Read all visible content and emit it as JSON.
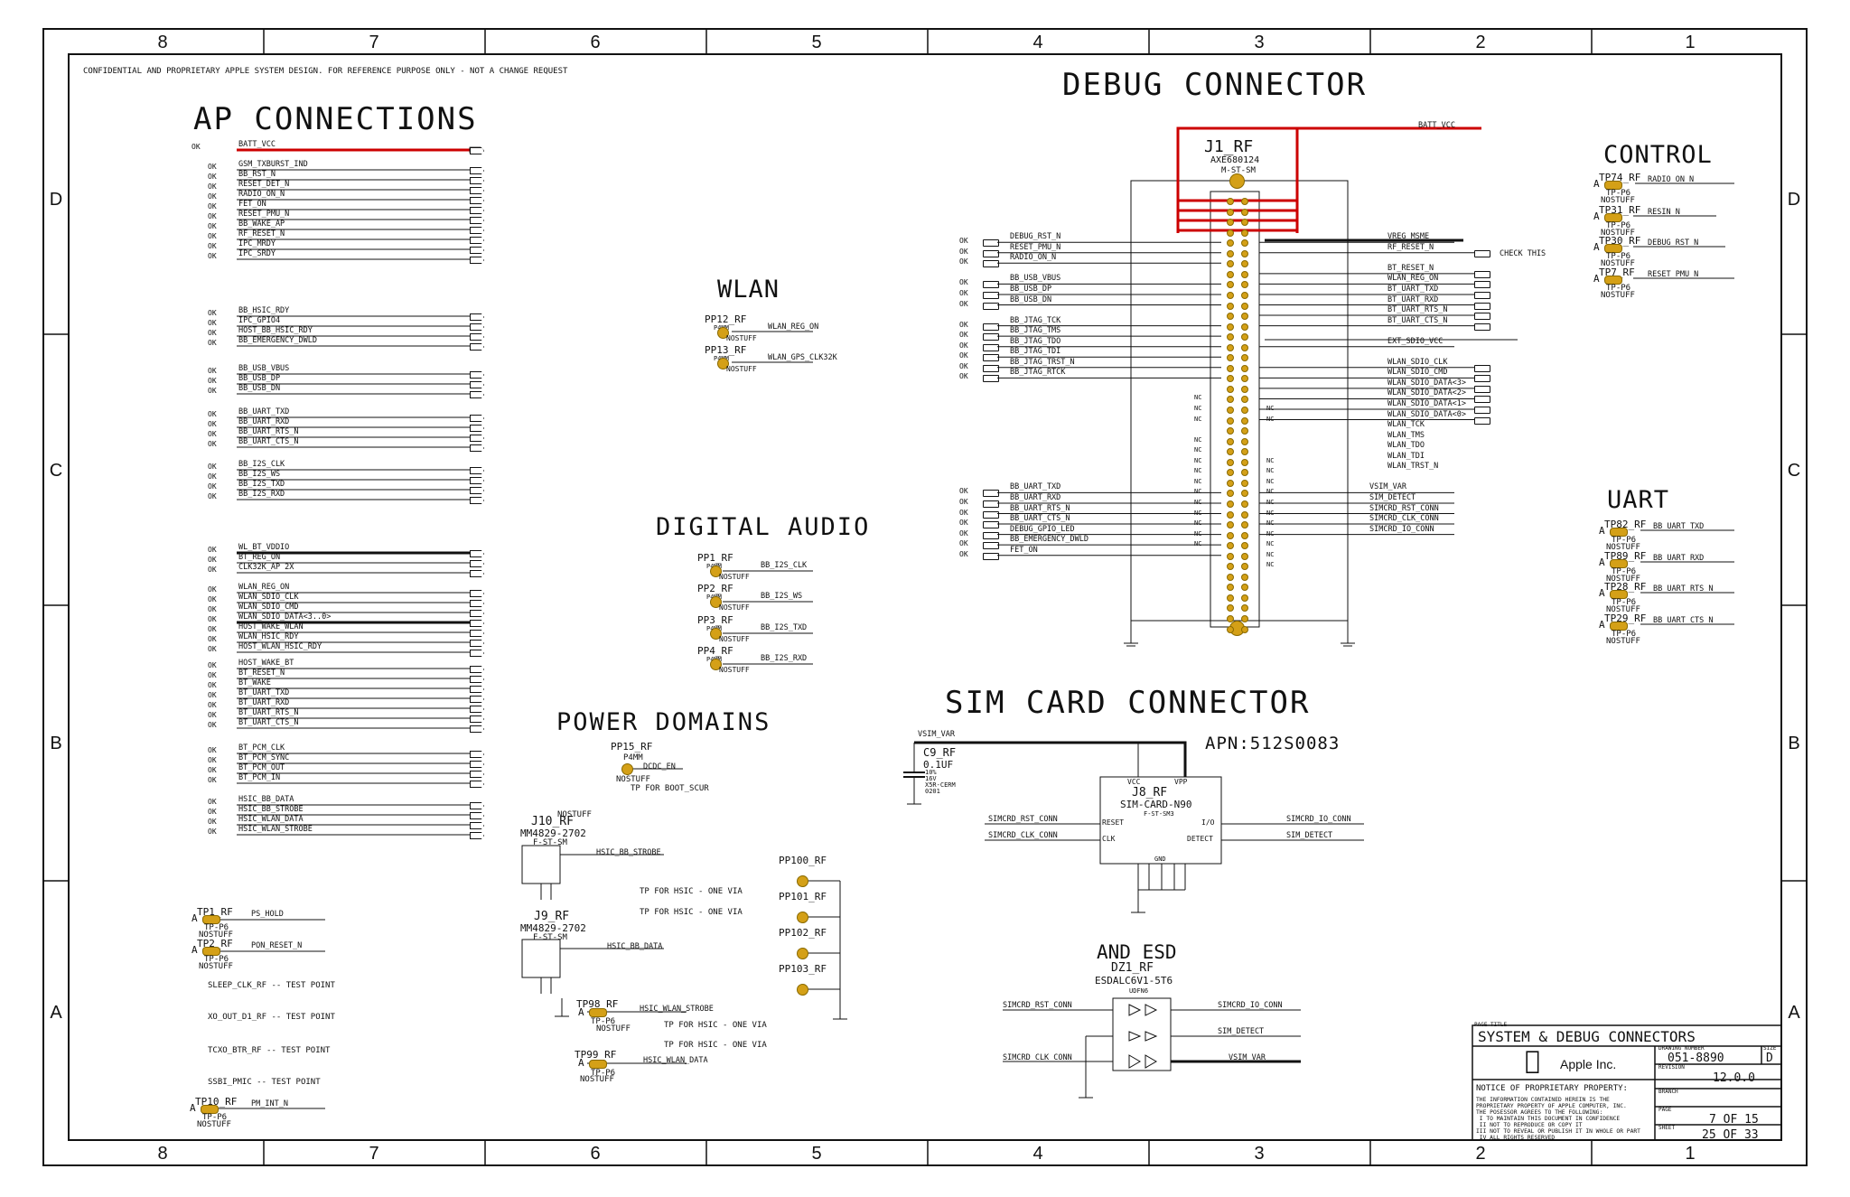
{
  "frame": {
    "columns": [
      "8",
      "7",
      "6",
      "5",
      "4",
      "3",
      "2",
      "1"
    ],
    "rows": [
      "D",
      "C",
      "B",
      "A"
    ]
  },
  "confidential_note": "CONFIDENTIAL AND PROPRIETARY APPLE SYSTEM DESIGN. FOR REFERENCE PURPOSE ONLY - NOT A CHANGE REQUEST",
  "sections": {
    "ap_connections": "AP CONNECTIONS",
    "debug_connector": "DEBUG CONNECTOR",
    "wlan": "WLAN",
    "digital_audio": "DIGITAL AUDIO",
    "power_domains": "POWER DOMAINS",
    "sim_card_connector": "SIM CARD CONNECTOR",
    "control": "CONTROL",
    "uart": "UART",
    "and_esd": "AND ESD"
  },
  "ap_groups": [
    {
      "ok": "OK",
      "nets": [
        "BATT_VCC"
      ]
    },
    {
      "ok": "OK",
      "nets": [
        "GSM_TXBURST_IND",
        "BB_RST_N",
        "RESET_DET_N",
        "RADIO_ON_N",
        "FET_ON",
        "RESET_PMU_N",
        "BB_WAKE_AP",
        "RF_RESET_N",
        "IPC_MRDY",
        "IPC_SRDY"
      ]
    },
    {
      "ok": "OK",
      "nets": [
        "BB_HSIC_RDY",
        "IPC_GPIO4",
        "HOST_BB_HSIC_RDY",
        "BB_EMERGENCY_DWLD"
      ]
    },
    {
      "ok": "OK",
      "nets": [
        "BB_USB_VBUS",
        "BB_USB_DP",
        "BB_USB_DN"
      ]
    },
    {
      "ok": "OK",
      "nets": [
        "BB_UART_TXD",
        "BB_UART_RXD",
        "BB_UART_RTS_N",
        "BB_UART_CTS_N"
      ]
    },
    {
      "ok": "OK",
      "nets": [
        "BB_I2S_CLK",
        "BB_I2S_WS",
        "BB_I2S_TXD",
        "BB_I2S_RXD"
      ]
    },
    {
      "ok": "OK",
      "nets": [
        "WL_BT_VDDIO",
        "BT_REG_ON",
        "CLK32K_AP   2X"
      ]
    },
    {
      "ok": "OK",
      "nets": [
        "WLAN_REG_ON",
        "WLAN_SDIO_CLK",
        "WLAN_SDIO_CMD",
        "WLAN_SDIO_DATA<3..0>",
        "HOST_WAKE_WLAN",
        "WLAN_HSIC_RDY",
        "HOST_WLAN_HSIC_RDY"
      ]
    },
    {
      "ok": "OK",
      "nets": [
        "HOST_WAKE_BT",
        "BT_RESET_N",
        "BT_WAKE",
        "BT_UART_TXD",
        "BT_UART_RXD",
        "BT_UART_RTS_N",
        "BT_UART_CTS_N"
      ]
    },
    {
      "ok": "OK",
      "nets": [
        "BT_PCM_CLK",
        "BT_PCM_SYNC",
        "BT_PCM_OUT",
        "BT_PCM_IN"
      ]
    },
    {
      "ok": "OK",
      "nets": [
        "HSIC_BB_DATA",
        "HSIC_BB_STROBE",
        "HSIC_WLAN_DATA",
        "HSIC_WLAN_STROBE"
      ]
    }
  ],
  "ap_testpoints": [
    {
      "ref": "TP1_RF",
      "part": "TP-P6",
      "stuff": "NOSTUFF",
      "net": "PS_HOLD"
    },
    {
      "ref": "TP2_RF",
      "part": "TP-P6",
      "stuff": "NOSTUFF",
      "net": "PON_RESET_N"
    }
  ],
  "test_notes": [
    "SLEEP_CLK_RF -- TEST POINT",
    "XO_OUT_D1_RF -- TEST POINT",
    "TCXO_BTR_RF -- TEST POINT",
    "SSBI_PMIC -- TEST POINT"
  ],
  "tp10": {
    "ref": "TP10_RF",
    "part": "TP-P6",
    "stuff": "NOSTUFF",
    "net": "PM_INT_N"
  },
  "wlan_pads": [
    {
      "ref": "PP12_RF",
      "part": "P4MM",
      "stuff": "NOSTUFF",
      "net": "WLAN_REG_ON"
    },
    {
      "ref": "PP13_RF",
      "part": "P4MM",
      "stuff": "NOSTUFF",
      "net": "WLAN_GPS_CLK32K"
    }
  ],
  "audio_pads": [
    {
      "ref": "PP1_RF",
      "part": "P4MM",
      "stuff": "NOSTUFF",
      "net": "BB_I2S_CLK"
    },
    {
      "ref": "PP2_RF",
      "part": "P4MM",
      "stuff": "NOSTUFF",
      "net": "BB_I2S_WS"
    },
    {
      "ref": "PP3_RF",
      "part": "P4MM",
      "stuff": "NOSTUFF",
      "net": "BB_I2S_TXD"
    },
    {
      "ref": "PP4_RF",
      "part": "P4MM",
      "stuff": "NOSTUFF",
      "net": "BB_I2S_RXD"
    }
  ],
  "power": {
    "pp15": {
      "ref": "PP15_RF",
      "part": "P4MM",
      "stuff": "NOSTUFF",
      "net": "DCDC_EN",
      "note": "TP FOR BOOT_SCUR"
    },
    "j10": {
      "ref": "J10_RF",
      "part": "MM4829-2702",
      "pkg": "F-ST-SM",
      "net": "HSIC_BB_STROBE",
      "stuff": "NOSTUFF"
    },
    "j9": {
      "ref": "J9_RF",
      "part": "MM4829-2702",
      "pkg": "F-ST-SM",
      "net": "HSIC_BB_DATA",
      "stuff": "NOSTUFF"
    },
    "hsic_notes": [
      "TP FOR HSIC - ONE VIA",
      "TP FOR HSIC - ONE VIA",
      "TP FOR HSIC - ONE VIA",
      "TP FOR HSIC - ONE VIA"
    ],
    "pp100": [
      "PP100_RF",
      "PP101_RF",
      "PP102_RF",
      "PP103_RF"
    ],
    "tp98": {
      "ref": "TP98_RF",
      "part": "TP-P6",
      "stuff": "NOSTUFF",
      "net": "HSIC_WLAN_STROBE"
    },
    "tp99": {
      "ref": "TP99_RF",
      "part": "TP-P6",
      "stuff": "NOSTUFF",
      "net": "HSIC_WLAN_DATA"
    }
  },
  "j1": {
    "ref": "J1_RF",
    "part": "AXE680124",
    "pkg": "M-ST-SM",
    "top_net": "BATT_VCC",
    "left_nets": [
      "DEBUG_RST_N",
      "RESET_PMU_N",
      "RADIO_ON_N",
      "BB_USB_VBUS",
      "BB_USB_DP",
      "BB_USB_DN",
      "BB_JTAG_TCK",
      "BB_JTAG_TMS",
      "BB_JTAG_TDO",
      "BB_JTAG_TDI",
      "BB_JTAG_TRST_N",
      "BB_JTAG_RTCK",
      "BB_UART_TXD",
      "BB_UART_RXD",
      "BB_UART_RTS_N",
      "BB_UART_CTS_N",
      "DEBUG_GPIO_LED",
      "BB_EMERGENCY_DWLD",
      "FET_ON"
    ],
    "right_nets": [
      "VREG_MSME",
      "RF_RESET_N",
      "BT_RESET_N",
      "WLAN_REG_ON",
      "BT_UART_TXD",
      "BT_UART_RXD",
      "BT_UART_RTS_N",
      "BT_UART_CTS_N",
      "EXT_SDIO_VCC",
      "WLAN_SDIO_CLK",
      "WLAN_SDIO_CMD",
      "WLAN_SDIO_DATA<3>",
      "WLAN_SDIO_DATA<2>",
      "WLAN_SDIO_DATA<1>",
      "WLAN_SDIO_DATA<0>",
      "WLAN_TCK",
      "WLAN_TMS",
      "WLAN_TDO",
      "WLAN_TDI",
      "WLAN_TRST_N",
      "VSIM_VAR",
      "SIM_DETECT",
      "SIMCRD_RST_CONN",
      "SIMCRD_CLK_CONN",
      "SIMCRD_IO_CONN"
    ],
    "check": "CHECK THIS",
    "nc": "NC"
  },
  "control": [
    {
      "ref": "TP74_RF",
      "part": "TP-P6",
      "stuff": "NOSTUFF",
      "net": "RADIO_ON_N"
    },
    {
      "ref": "TP31_RF",
      "part": "TP-P6",
      "stuff": "NOSTUFF",
      "net": "RESIN_N"
    },
    {
      "ref": "TP30_RF",
      "part": "TP-P6",
      "stuff": "NOSTUFF",
      "net": "DEBUG_RST_N"
    },
    {
      "ref": "TP7_RF",
      "part": "TP-P6",
      "stuff": "NOSTUFF",
      "net": "RESET_PMU_N"
    }
  ],
  "uart": [
    {
      "ref": "TP82_RF",
      "part": "TP-P6",
      "stuff": "NOSTUFF",
      "net": "BB_UART_TXD"
    },
    {
      "ref": "TP89_RF",
      "part": "TP-P6",
      "stuff": "NOSTUFF",
      "net": "BB_UART_RXD"
    },
    {
      "ref": "TP28_RF",
      "part": "TP-P6",
      "stuff": "NOSTUFF",
      "net": "BB_UART_RTS_N"
    },
    {
      "ref": "TP29_RF",
      "part": "TP-P6",
      "stuff": "NOSTUFF",
      "net": "BB_UART_CTS_N"
    }
  ],
  "sim": {
    "apn": "APN:512S0083",
    "vsim": "VSIM_VAR",
    "c9": {
      "ref": "C9_RF",
      "val": "0.1UF",
      "tol": "10%",
      "volt": "16V",
      "die": "X5R-CERM",
      "size": "0201"
    },
    "j8": {
      "ref": "J8_RF",
      "part": "SIM-CARD-N90",
      "pkg": "F-ST-SM3"
    },
    "pins": {
      "vcc": "VCC",
      "vpp": "VPP",
      "reset": "RESET",
      "clk": "CLK",
      "io": "I/O",
      "detect": "DETECT",
      "gnd": "GND"
    },
    "nets": {
      "rst": "SIMCRD_RST_CONN",
      "clk": "SIMCRD_CLK_CONN",
      "io": "SIMCRD_IO_CONN",
      "det": "SIM_DETECT"
    }
  },
  "esd": {
    "ref": "DZ1_RF",
    "part": "ESDALC6V1-5T6",
    "pkg": "UDFN6",
    "left": [
      "SIMCRD_RST_CONN",
      "SIMCRD_CLK_CONN"
    ],
    "right": [
      "SIMCRD_IO_CONN",
      "SIM_DETECT",
      "VSIM_VAR"
    ]
  },
  "title_block": {
    "page_title_label": "PAGE TITLE",
    "title": "SYSTEM & DEBUG CONNECTORS",
    "company": "Apple Inc.",
    "drawing_label": "DRAWING NUMBER",
    "drawing_number": "051-8890",
    "size_label": "SIZE",
    "size": "D",
    "revision_label": "REVISION",
    "revision": "12.0.0",
    "branch_label": "BRANCH",
    "page_label": "PAGE",
    "page": "7 OF 15",
    "sheet_label": "SHEET",
    "sheet": "25 OF 33",
    "notice_title": "NOTICE OF PROPRIETARY PROPERTY:",
    "notice": [
      "THE INFORMATION CONTAINED HEREIN IS THE",
      "PROPRIETARY PROPERTY OF APPLE COMPUTER, INC.",
      "THE POSESSOR AGREES TO THE FOLLOWING:",
      " I TO MAINTAIN THIS DOCUMENT IN CONFIDENCE",
      " II NOT TO REPRODUCE OR COPY IT",
      "III NOT TO REVEAL OR PUBLISH IT IN WHOLE OR PART",
      " IV ALL RIGHTS RESERVED"
    ]
  }
}
